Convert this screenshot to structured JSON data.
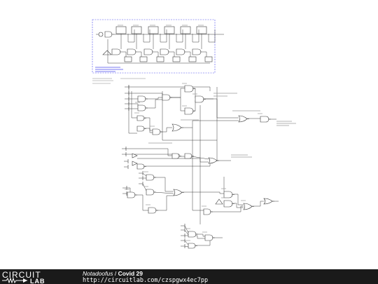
{
  "footer": {
    "logo_top": "CIRCUIT",
    "logo_bottom": "LAB",
    "author": "Notadoofus",
    "separator": " / ",
    "project": "Covid 29",
    "url": "http://circuitlab.com/czspgwx4ec7pp"
  },
  "colors": {
    "wire": "#3a3a3a",
    "dashed_box": "#4a4aee",
    "note_text": "#2222cc",
    "footer_bg": "#1a1a1a"
  }
}
